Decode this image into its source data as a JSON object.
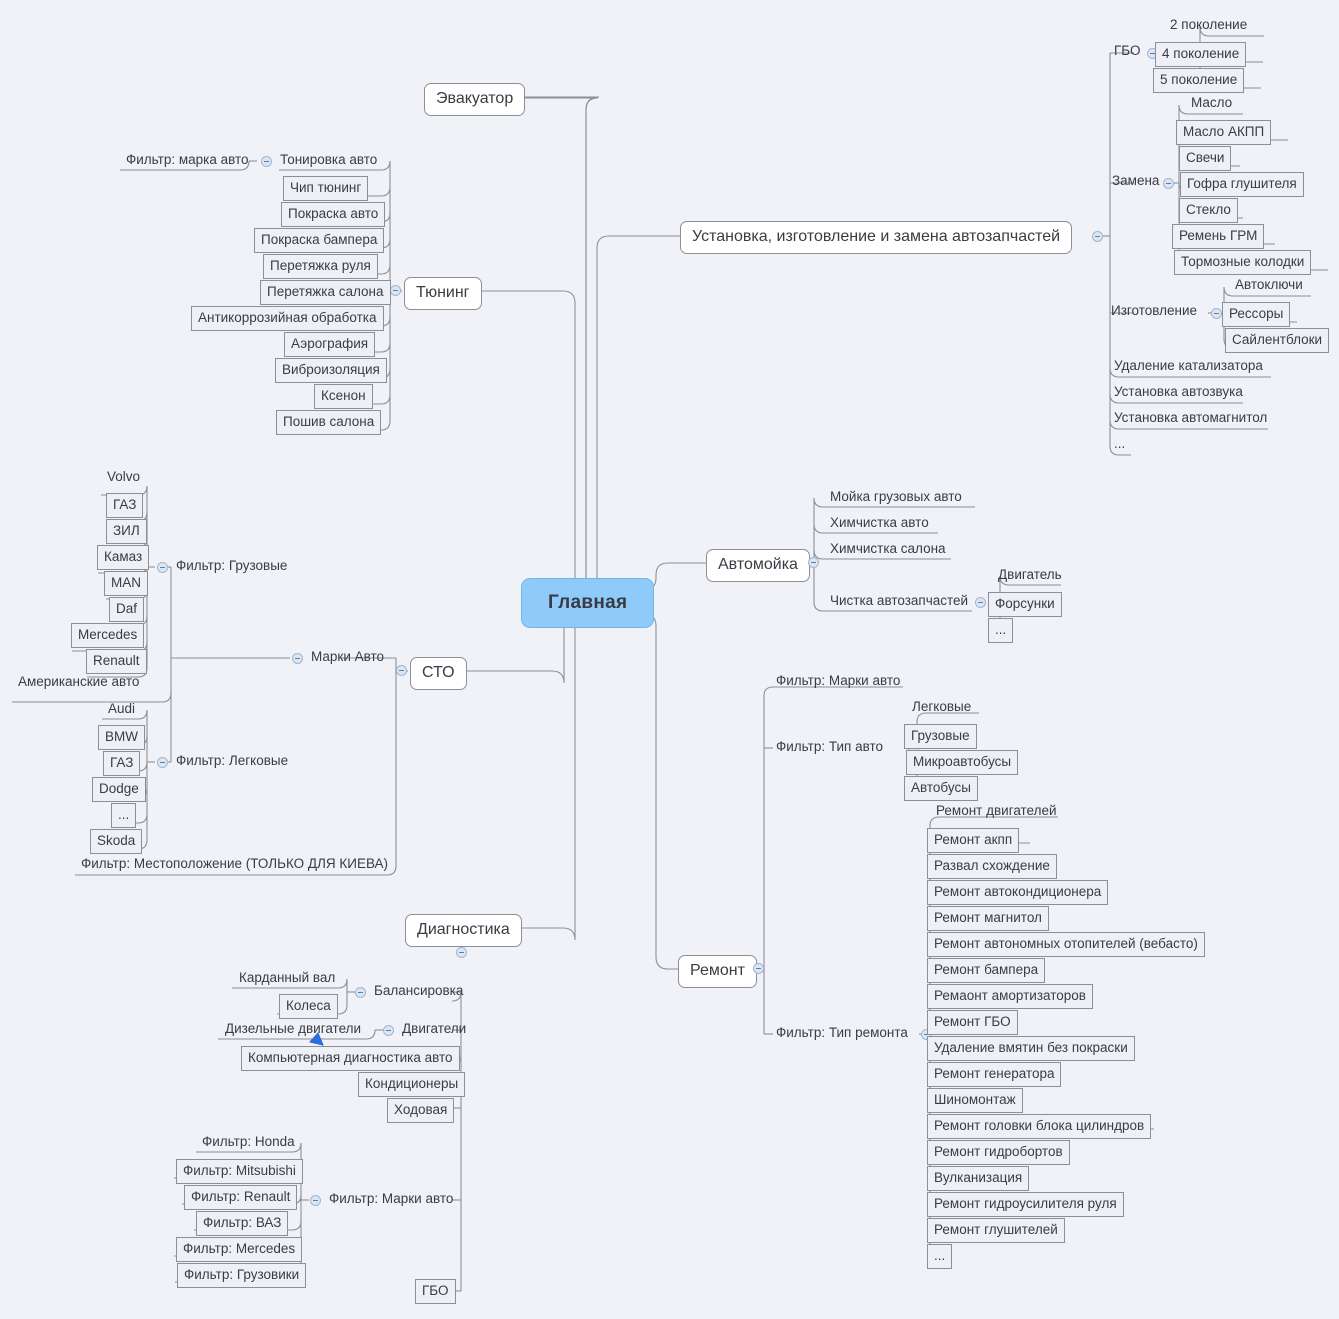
{
  "accent": "#8ecbfa",
  "bg": "#f0f2f7",
  "line": "#8d8f97",
  "root": {
    "label": "Главная"
  },
  "branches": {
    "evacuator": {
      "label": "Эвакуатор"
    },
    "install": {
      "label": "Установка, изготовление и замена автозапчастей",
      "children": [
        {
          "label": "ГБО",
          "children": [
            "2 поколение",
            "4 поколение",
            "5 поколение"
          ]
        },
        {
          "label": "Замена",
          "children": [
            "Масло",
            "Масло АКПП",
            "Свечи",
            "Гофра глушителя",
            "Стекло",
            "Ремень ГРМ",
            "Тормозные колодки"
          ]
        },
        {
          "label": "Изготовление",
          "children": [
            "Автоключи",
            "Рессоры",
            "Сайлентблоки"
          ]
        },
        {
          "label": "Удаление катализатора"
        },
        {
          "label": "Установка автозвука"
        },
        {
          "label": "Установка автомагнитол"
        },
        {
          "label": "..."
        }
      ]
    },
    "tuning": {
      "label": "Тюнинг",
      "children": [
        {
          "label": "Тонировка авто",
          "children": [
            "Фильтр: марка авто"
          ]
        },
        {
          "label": "Чип тюнинг"
        },
        {
          "label": "Покраска авто"
        },
        {
          "label": "Покраска бампера"
        },
        {
          "label": "Перетяжка руля"
        },
        {
          "label": "Перетяжка салона"
        },
        {
          "label": "Антикоррозийная обработка"
        },
        {
          "label": "Аэрография"
        },
        {
          "label": "Виброизоляция"
        },
        {
          "label": "Ксенон"
        },
        {
          "label": "Пошив салона"
        }
      ]
    },
    "sto": {
      "label": "СТО",
      "children": [
        {
          "label": "Марки Авто",
          "children": [
            {
              "label": "Фильтр: Грузовые",
              "children": [
                "Volvo",
                "ГАЗ",
                "ЗИЛ",
                "Камаз",
                "MAN",
                "Daf",
                "Mercedes",
                "Renault"
              ]
            },
            {
              "label": "Американские авто"
            },
            {
              "label": "Фильтр: Легковые",
              "children": [
                "Audi",
                "BMW",
                "ГАЗ",
                "Dodge",
                "...",
                "Skoda"
              ]
            }
          ]
        },
        {
          "label": "Фильтр: Местоположение (ТОЛЬКО ДЛЯ КИЕВА)"
        }
      ]
    },
    "carwash": {
      "label": "Автомойка",
      "children": [
        {
          "label": "Мойка грузовых авто"
        },
        {
          "label": "Химчистка авто"
        },
        {
          "label": "Химчистка салона"
        },
        {
          "label": "Чистка автозапчастей",
          "children": [
            "Двигатель",
            "Форсунки",
            "..."
          ]
        }
      ]
    },
    "repair": {
      "label": "Ремонт",
      "children": [
        {
          "label": "Фильтр: Марки авто"
        },
        {
          "label": "Фильтр: Тип авто",
          "children": [
            "Легковые",
            "Грузовые",
            "Микроавтобусы",
            "Автобусы"
          ]
        },
        {
          "label": "Фильтр: Тип ремонта",
          "children": [
            "Ремонт двигателей",
            "Ремонт акпп",
            "Развал схождение",
            "Ремонт автокондиционера",
            "Ремонт магнитол",
            "Ремонт автономных отопителей (вебасто)",
            "Ремонт бампера",
            "Ремаонт амортизаторов",
            "Ремонт ГБО",
            "Удаление вмятин без покраски",
            "Ремонт генератора",
            "Шиномонтаж",
            "Ремонт головки блока цилиндров",
            "Ремонт гидробортов",
            "Вулканизация",
            "Ремонт гидроусилителя руля",
            "Ремонт глушителей",
            "..."
          ]
        }
      ]
    },
    "diagnostics": {
      "label": "Диагностика",
      "children": [
        {
          "label": "Балансировка",
          "children": [
            "Карданный вал",
            "Колеса"
          ]
        },
        {
          "label": "Двигатели",
          "children": [
            "Дизельные двигатели"
          ]
        },
        {
          "label": "Компьютерная диагностика авто"
        },
        {
          "label": "Кондиционеры"
        },
        {
          "label": "Ходовая"
        },
        {
          "label": "Фильтр: Марки авто",
          "children": [
            "Фильтр: Honda",
            "Фильтр: Mitsubishi",
            "Фильтр: Renault",
            "Фильтр: ВАЗ",
            "Фильтр: Mercedes",
            "Фильтр: Грузовики"
          ]
        },
        {
          "label": "ГБО"
        }
      ]
    }
  }
}
